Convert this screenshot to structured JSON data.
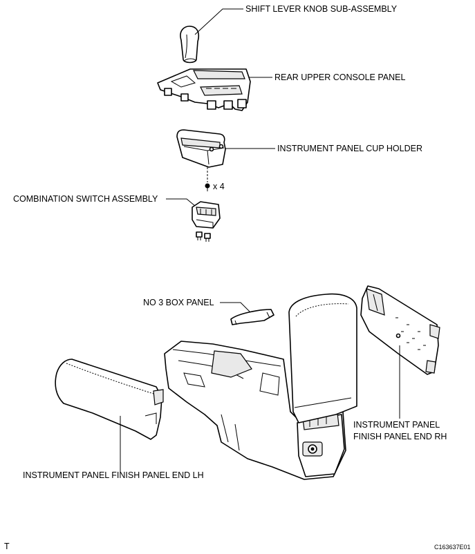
{
  "labels": {
    "shift_lever_knob": "SHIFT LEVER KNOB SUB-ASSEMBLY",
    "rear_upper_console_panel": "REAR UPPER CONSOLE PANEL",
    "instrument_panel_cup_holder": "INSTRUMENT PANEL CUP HOLDER",
    "screw_quantity": "x 4",
    "combination_switch": "COMBINATION SWITCH ASSEMBLY",
    "no3_box_panel": "NO  3 BOX PANEL",
    "finish_panel_end_rh_line1": "INSTRUMENT PANEL",
    "finish_panel_end_rh_line2": "FINISH PANEL END RH",
    "finish_panel_end_lh": "INSTRUMENT PANEL FINISH PANEL END LH"
  },
  "footer": {
    "left_mark": "T",
    "figure_code": "C163637E01"
  }
}
